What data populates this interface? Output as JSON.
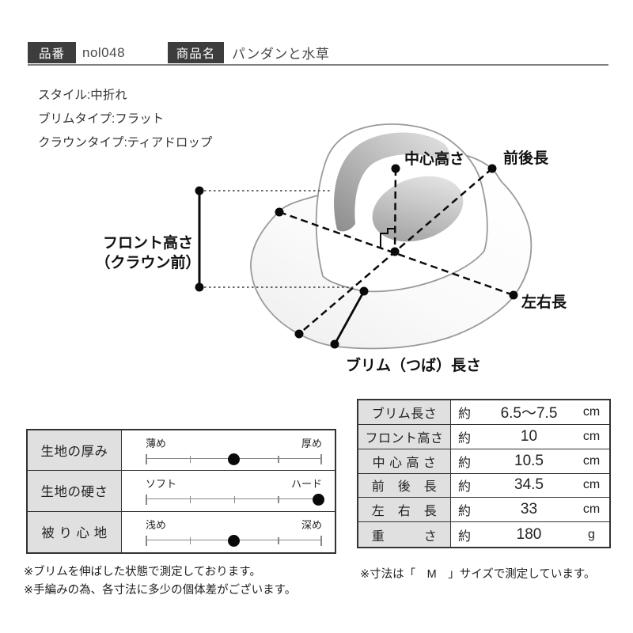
{
  "header": {
    "item_no_label": "品番",
    "item_no_value": "nol048",
    "product_name_label": "商品名",
    "product_name_value": "パンダンと水草"
  },
  "specs": {
    "style": "スタイル:中折れ",
    "brim_type": "ブリムタイプ:フラット",
    "crown_type": "クラウンタイプ:ティアドロップ"
  },
  "diagram": {
    "labels": {
      "center_height": "中心高さ",
      "front_back_length": "前後長",
      "front_height_line1": "フロント高さ",
      "front_height_line2": "（クラウン前）",
      "left_right_length": "左右長",
      "brim_length": "ブリム（つば）長さ"
    }
  },
  "attributes_table": {
    "rows": [
      {
        "label": "生地の厚み",
        "left": "薄め",
        "right": "厚め",
        "position_pct": 50
      },
      {
        "label": "生地の硬さ",
        "left": "ソフト",
        "right": "ハード",
        "position_pct": 98
      },
      {
        "label": "被 り 心 地",
        "left": "浅め",
        "right": "深め",
        "position_pct": 50
      }
    ]
  },
  "measurements_table": {
    "rows": [
      {
        "label": "ブリム長さ",
        "approx": "約",
        "value": "6.5〜7.5",
        "unit": "cm"
      },
      {
        "label": "フロント高さ",
        "approx": "約",
        "value": "10",
        "unit": "cm"
      },
      {
        "label": "中 心 高 さ",
        "approx": "約",
        "value": "10.5",
        "unit": "cm"
      },
      {
        "label": "前　後　長",
        "approx": "約",
        "value": "34.5",
        "unit": "cm"
      },
      {
        "label": "左　右　長",
        "approx": "約",
        "value": "33",
        "unit": "cm"
      },
      {
        "label": "重　　　さ",
        "approx": "約",
        "value": "180",
        "unit": "g"
      }
    ]
  },
  "footnotes": {
    "left1": "※ブリムを伸ばした状態で測定しております。",
    "left2": "※手編みの為、各寸法に多少の個体差がございます。",
    "right": "※寸法は「　M　」サイズで測定しています。"
  },
  "colors": {
    "badge_bg": "#3d3d3d",
    "table_header_bg": "#e0e0e0",
    "rule": "#808080",
    "ink": "#111111"
  }
}
